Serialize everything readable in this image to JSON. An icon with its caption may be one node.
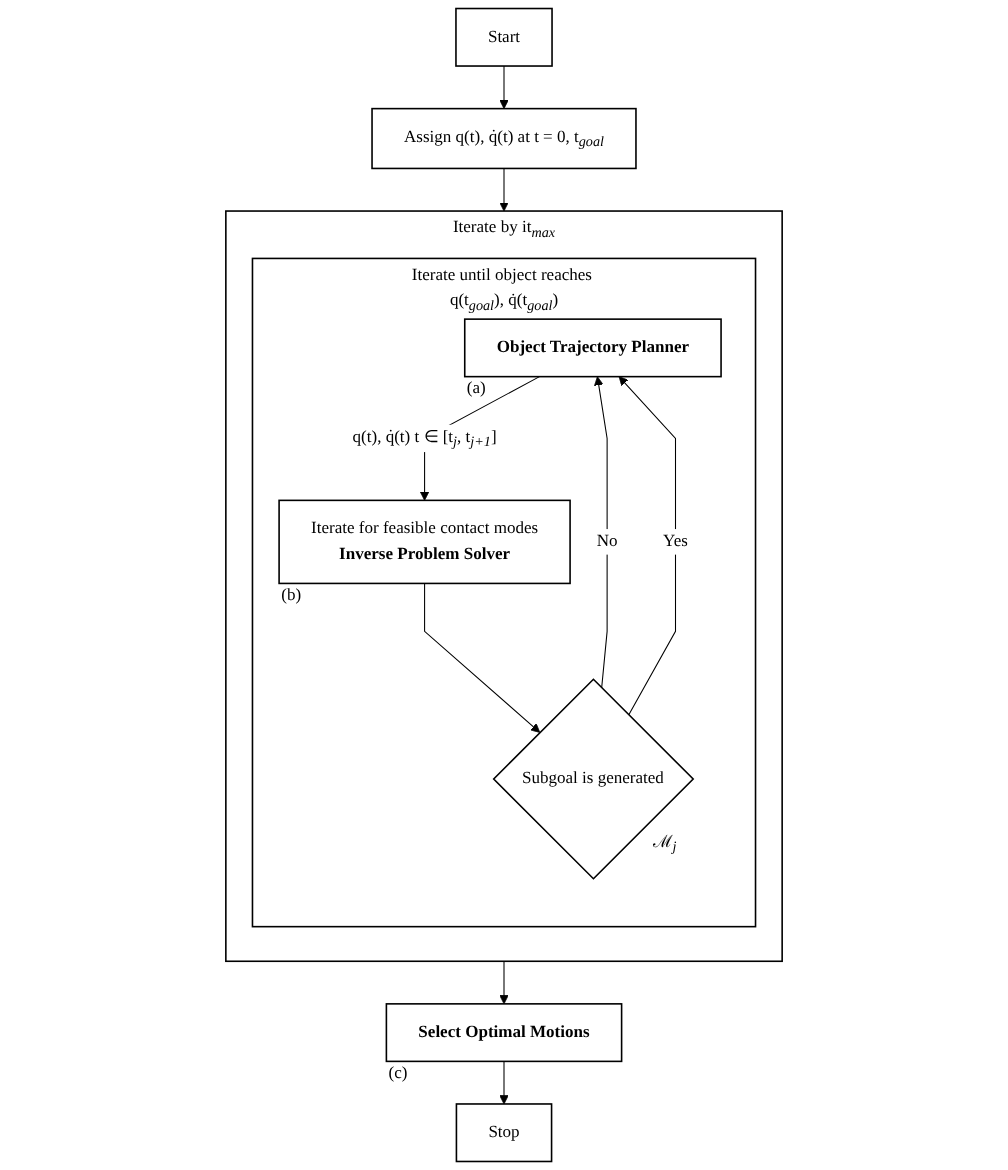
{
  "diagram": {
    "nodes": [
      {
        "text": [
          "Start"
        ]
      },
      {
        "text": [
          "Assign q(t), q̇(t) at t = 0, t$_{goal}$"
        ]
      },
      {
        "text": [
          "Iterate by it$_{max}$"
        ]
      },
      {
        "text": [
          "Iterate until object reaches q(t$_{goal}$), q̇(t$_{goal}$)"
        ],
        "in": 2
      },
      {
        "text": [
          "Object Trajectory Planner"
        ],
        "in": 3,
        "beside": [
          "(a)"
        ]
      },
      {
        "text": [
          "Iterate for feasible contact modes",
          "Inverse Problem Solver"
        ],
        "in": 3,
        "beside": [
          "(b)"
        ]
      },
      {
        "text": [
          "Subgoal is generated"
        ],
        "in": 3,
        "beside": [
          "ℳ$_{j}$"
        ]
      },
      {
        "text": [
          "Select Optimal Motions"
        ],
        "beside": [
          "(c)"
        ]
      },
      {
        "text": [
          "Stop"
        ]
      }
    ],
    "edges": [
      {
        "from": 0,
        "to": 1,
        "arrow": "to"
      },
      {
        "from": 1,
        "to": 2,
        "arrow": "to"
      },
      {
        "from": 4,
        "to": 5,
        "arrow": "to",
        "label": "q(t), q̇(t) t ∈ [t$_{j}$, t$_{j+1}$]"
      },
      {
        "from": 5,
        "to": 6,
        "arrow": "to"
      },
      {
        "from": 6,
        "to": 4,
        "arrow": "to",
        "label": "No"
      },
      {
        "from": 6,
        "to": 4,
        "arrow": "to",
        "label": "Yes"
      },
      {
        "from": 2,
        "to": 7,
        "arrow": "to"
      },
      {
        "from": 7,
        "to": 8,
        "arrow": "to"
      }
    ]
  }
}
